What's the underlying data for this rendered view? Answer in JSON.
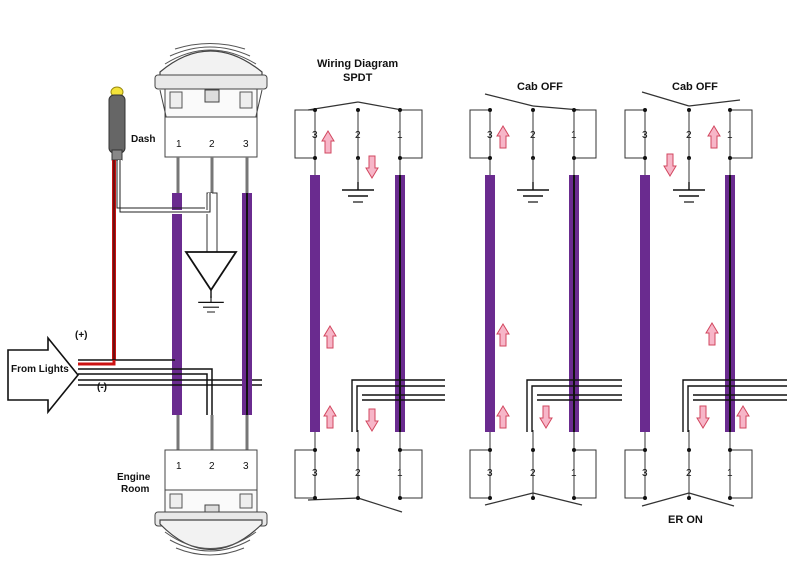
{
  "labels": {
    "dash": "Dash",
    "engine_room": "Engine\nRoom",
    "from_lights": "From Lights",
    "plus": "(+)",
    "minus": "(-)",
    "title": "Wiring Diagram",
    "subtitle": "SPDT",
    "cab_off": "Cab OFF",
    "er_on": "ER ON"
  },
  "terminals": [
    "1",
    "2",
    "3"
  ],
  "panel_terminals": [
    "3",
    "2",
    "1"
  ],
  "colors": {
    "wire_purple": "#6a2b8f",
    "wire_black": "#111111",
    "wire_red": "#cc1111",
    "arrow_pink": "#f7b6c8",
    "arrow_stroke": "#d2475f",
    "bulb_yellow": "#f4e33a",
    "switch_gray": "#777777"
  },
  "icons": [
    "ground-icon",
    "up-arrow-icon",
    "down-arrow-icon",
    "bulb-icon",
    "rocker-switch-icon"
  ]
}
